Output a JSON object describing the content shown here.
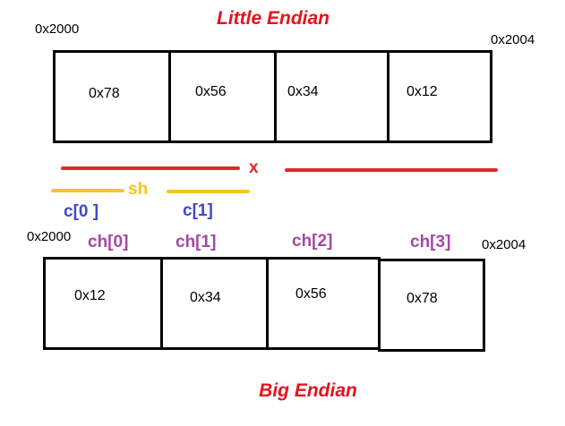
{
  "colors": {
    "title": "#e5131d",
    "x_line": "#e3262c",
    "sh_line": "#f8c61b",
    "c_label": "#3f48cc",
    "ch_label": "#a349a4",
    "box_border": "#000000"
  },
  "little_endian": {
    "title": "Little Endian",
    "addr_start": "0x2000",
    "addr_end": "0x2004",
    "cells": [
      "0x78",
      "0x56",
      "0x34",
      "0x12"
    ]
  },
  "variables": {
    "x_label": "x",
    "sh_label": "sh",
    "c0_label": "c[0 ]",
    "c1_label": "c[1]"
  },
  "big_endian": {
    "title": "Big Endian",
    "addr_start": "0x2000",
    "addr_end": "0x2004",
    "ch_labels": [
      "ch[0]",
      "ch[1]",
      "ch[2]",
      "ch[3]"
    ],
    "cells": [
      "0x12",
      "0x34",
      "0x56",
      "0x78"
    ]
  }
}
